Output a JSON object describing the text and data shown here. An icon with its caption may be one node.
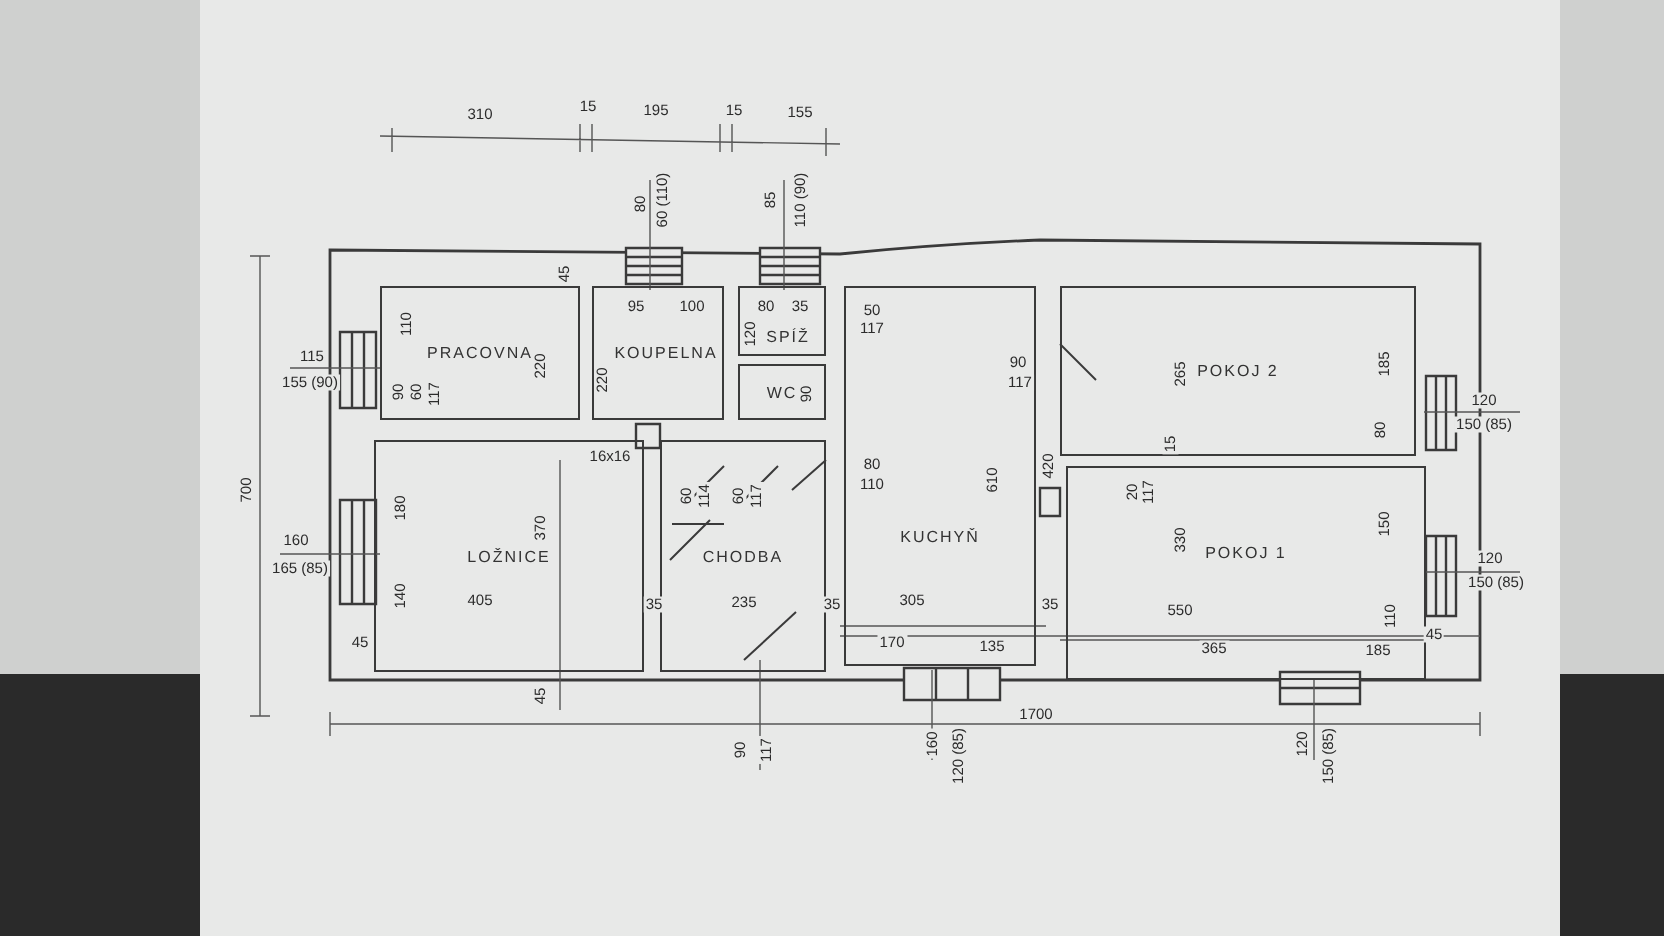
{
  "diagram": {
    "nodes": [
      {
        "text": [
          "PRACOVNA"
        ]
      },
      {
        "text": [
          "KOUPELNA"
        ]
      },
      {
        "text": [
          "SPÍŽ"
        ]
      },
      {
        "text": [
          "WC"
        ]
      },
      {
        "text": [
          "KUCHYŇ"
        ]
      },
      {
        "text": [
          "POKOJ 2"
        ]
      },
      {
        "text": [
          "LOŽNICE"
        ]
      },
      {
        "text": [
          "CHODBA"
        ]
      },
      {
        "text": [
          "POKOJ 1"
        ]
      }
    ],
    "edges": [],
    "labels": [
      "310",
      "15",
      "195",
      "15",
      "155",
      "80",
      "60 (110)",
      "85",
      "110 (90)",
      "700",
      "115",
      "155 (90)",
      "45",
      "110",
      "220",
      "90",
      "60",
      "117",
      "95",
      "100",
      "220",
      "80",
      "35",
      "120",
      "90",
      "50",
      "117",
      "90",
      "117",
      "265",
      "185",
      "80",
      "120",
      "150 (85)",
      "16x16",
      "180",
      "370",
      "160",
      "165 (85)",
      "405",
      "140",
      "45",
      "45",
      "35",
      "60",
      "114",
      "60",
      "117",
      "235",
      "35",
      "90",
      "117",
      "80",
      "110",
      "610",
      "420",
      "20",
      "117",
      "15",
      "330",
      "150",
      "120",
      "150 (85)",
      "305",
      "35",
      "550",
      "110",
      "45",
      "170",
      "135",
      "365",
      "185",
      "160",
      "120 (85)",
      "120",
      "150 (85)",
      "1700"
    ]
  }
}
